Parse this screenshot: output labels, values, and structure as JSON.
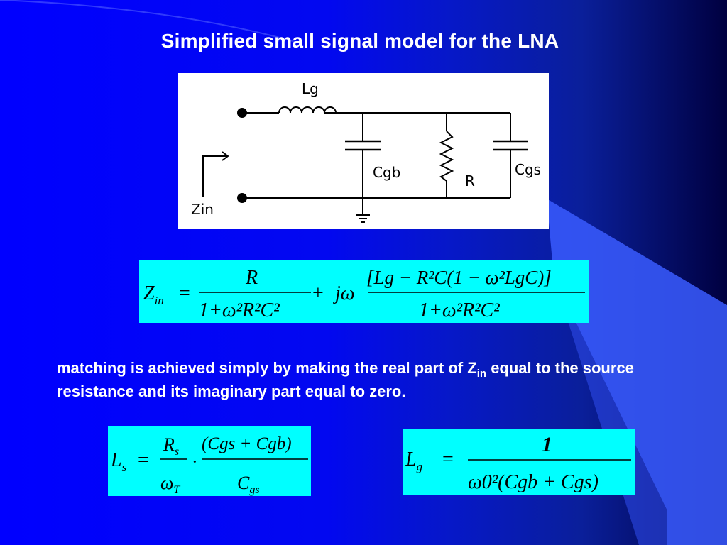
{
  "slide": {
    "title": "Simplified small signal model for the LNA",
    "note_pre": "matching is achieved simply by making the real part of Z",
    "note_sub": "in",
    "note_post": " equal to the source resistance and its imaginary part equal to zero."
  },
  "circuit": {
    "label_lg": "Lg",
    "label_cgb": "Cgb",
    "label_r": "R",
    "label_cgs": "Cgs",
    "label_zin": "Zin"
  },
  "equations": {
    "zin": {
      "lhs_base": "Z",
      "lhs_sub": "in",
      "eq": "=",
      "frac1_num": "R",
      "frac1_den": "1+ω²R²C²",
      "plus": "+",
      "jw": "jω",
      "frac2_num": "[Lg − R²C(1 − ω²LgC)]",
      "frac2_den": "1+ω²R²C²"
    },
    "ls": {
      "lhs_base": "L",
      "lhs_sub": "s",
      "eq": "=",
      "rs_base": "R",
      "rs_sub": "s",
      "wt_base": "ω",
      "wt_sub": "T",
      "dot": "·",
      "num": "(Cgs + Cgb)",
      "den_base": "C",
      "den_sub": "gs"
    },
    "lg": {
      "lhs_base": "L",
      "lhs_sub": "g",
      "eq": "=",
      "num": "1",
      "den": "ω0²(Cgb + Cgs)"
    }
  }
}
